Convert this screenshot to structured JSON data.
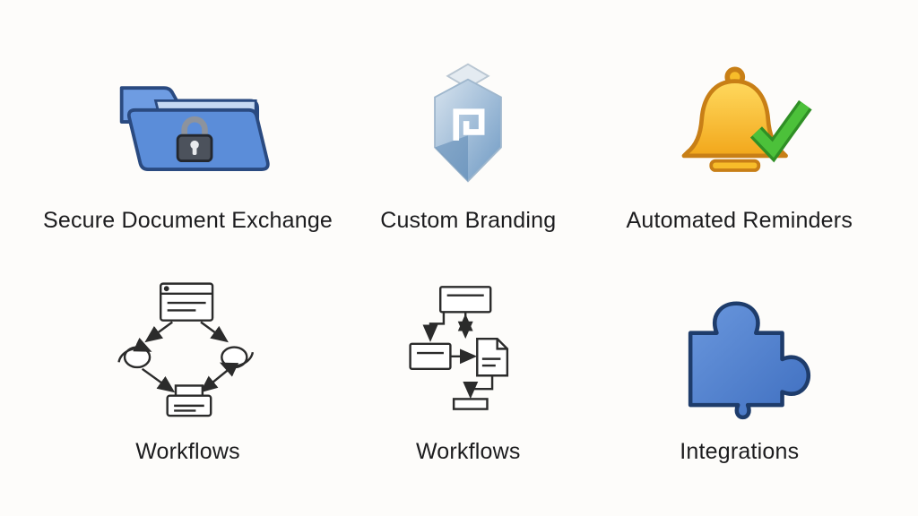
{
  "page": {
    "background_color": "#fdfcfa",
    "text_color": "#1c1c1e"
  },
  "features": [
    {
      "label": "Secure Document Exchange",
      "icon": "secure-folder-lock-icon"
    },
    {
      "label": "Custom Branding",
      "icon": "branding-shield-logo-icon"
    },
    {
      "label": "Automated Reminders",
      "icon": "bell-checkmark-icon"
    },
    {
      "label": "Workflows",
      "icon": "workflow-flowchart-browser-icon"
    },
    {
      "label": "Workflows",
      "icon": "workflow-flowchart-process-icon"
    },
    {
      "label": "Integrations",
      "icon": "puzzle-piece-icon"
    }
  ],
  "colors": {
    "folder_blue": "#5b8dd9",
    "folder_blue_light": "#c6d9f2",
    "folder_outline": "#2a4a80",
    "lock_body": "#4c525c",
    "shield_light": "#d7e3ee",
    "shield_blue": "#6f9ac4",
    "bell_gold": "#f7bd2a",
    "bell_outline": "#c87f16",
    "check_green": "#4cc13a",
    "check_green_dark": "#2f8f25",
    "flowchart_line": "#2b2b2b",
    "puzzle_blue": "#4a80d2",
    "puzzle_outline": "#1e3c6b"
  }
}
